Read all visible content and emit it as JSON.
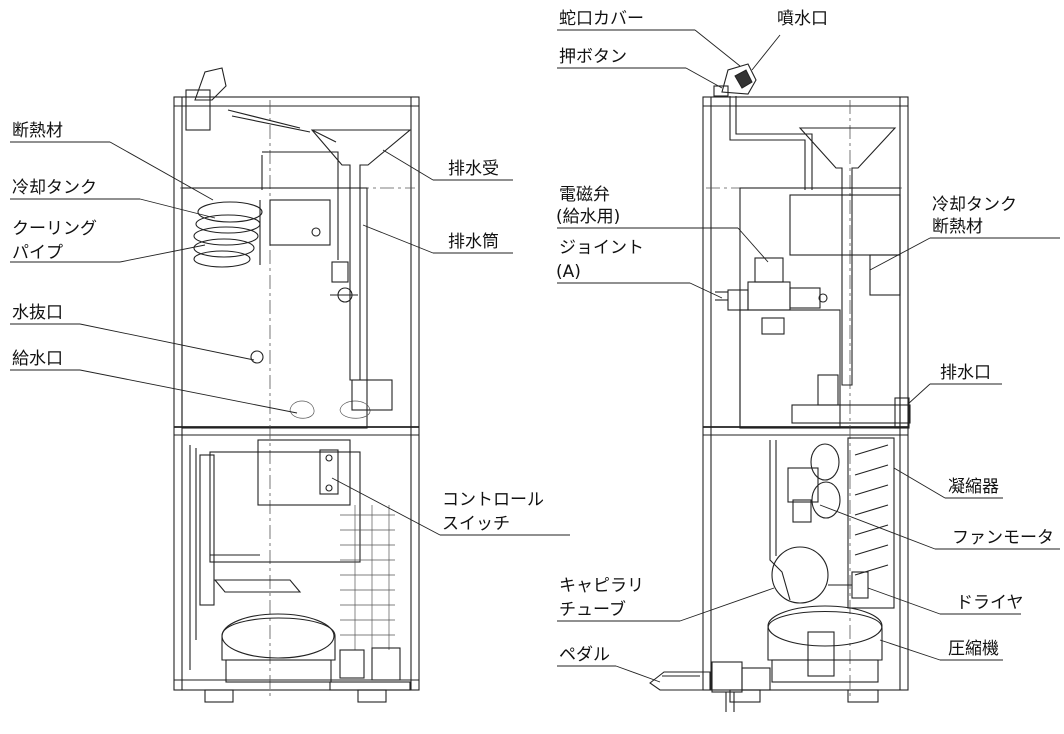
{
  "left_view": {
    "labels": {
      "insulation": "断熱材",
      "cooling_tank": "冷却タンク",
      "cooling_pipe_line1": "クーリング",
      "cooling_pipe_line2": "パイプ",
      "drain_plug": "水抜口",
      "water_inlet": "給水口",
      "drain_receiver": "排水受",
      "drain_tube": "排水筒",
      "control_switch_line1": "コントロール",
      "control_switch_line2": "スイッチ"
    }
  },
  "right_view": {
    "labels": {
      "faucet_cover": "蛇口カバー",
      "spout": "噴水口",
      "push_button": "押ボタン",
      "solenoid_valve_line1": "電磁弁",
      "solenoid_valve_line2": "(給水用)",
      "joint_line1": "ジョイント",
      "joint_line2": "(A)",
      "tank_insulation_line1": "冷却タンク",
      "tank_insulation_line2": "断熱材",
      "drain_outlet": "排水口",
      "condenser": "凝縮器",
      "fan_motor": "ファンモータ",
      "capillary_tube_line1": "キャピラリ",
      "capillary_tube_line2": "チューブ",
      "dryer": "ドライヤ",
      "compressor": "圧縮機",
      "pedal": "ペダル"
    }
  }
}
